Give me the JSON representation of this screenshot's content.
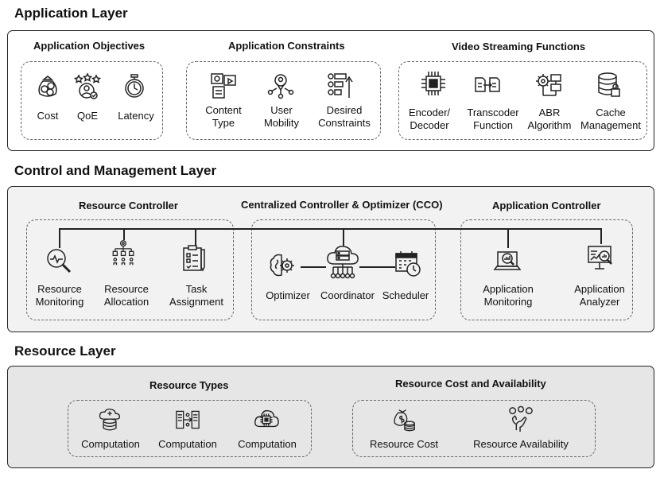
{
  "application_layer": {
    "title": "Application Layer",
    "objectives": {
      "title": "Application Objectives",
      "items": [
        "Cost",
        "QoE",
        "Latency"
      ]
    },
    "constraints": {
      "title": "Application Constraints",
      "items": [
        "Content\nType",
        "User\nMobility",
        "Desired\nConstraints"
      ]
    },
    "video": {
      "title": "Video Streaming Functions",
      "items": [
        "Encoder/\nDecoder",
        "Transcoder\nFunction",
        "ABR\nAlgorithm",
        "Cache\nManagement"
      ]
    }
  },
  "control_layer": {
    "title": "Control and Management Layer",
    "resource_controller": {
      "title": "Resource Controller",
      "items": [
        "Resource\nMonitoring",
        "Resource\nAllocation",
        "Task\nAssignment"
      ]
    },
    "cco": {
      "title": "Centralized Controller & Optimizer (CCO)",
      "items": [
        "Optimizer",
        "Coordinator",
        "Scheduler"
      ]
    },
    "app_controller": {
      "title": "Application Controller",
      "items": [
        "Application\nMonitoring",
        "Application\nAnalyzer"
      ]
    }
  },
  "resource_layer": {
    "title": "Resource Layer",
    "types": {
      "title": "Resource Types",
      "items": [
        "Computation",
        "Computation",
        "Computation"
      ]
    },
    "cost": {
      "title": "Resource Cost and Availability",
      "items": [
        "Resource Cost",
        "Resource Availability"
      ]
    }
  },
  "colors": {
    "control_bg": "#f2f2f2",
    "resource_bg": "#e6e6e6",
    "stroke": "#222222"
  },
  "icons": [
    "money-bag-icon",
    "stars-user-icon",
    "stopwatch-icon",
    "content-type-icon",
    "user-mobility-icon",
    "constraints-list-icon",
    "encoder-chip-icon",
    "transcoder-icon",
    "abr-gear-icon",
    "cache-database-icon",
    "monitoring-magnifier-icon",
    "allocation-tree-icon",
    "task-clipboard-icon",
    "brain-optimizer-icon",
    "cloud-coordinator-icon",
    "calendar-scheduler-icon",
    "laptop-monitoring-icon",
    "presentation-analyzer-icon",
    "cloud-database-icon",
    "computation-flow-icon",
    "cloud-chip-icon",
    "coins-cost-icon",
    "hand-availability-icon"
  ]
}
